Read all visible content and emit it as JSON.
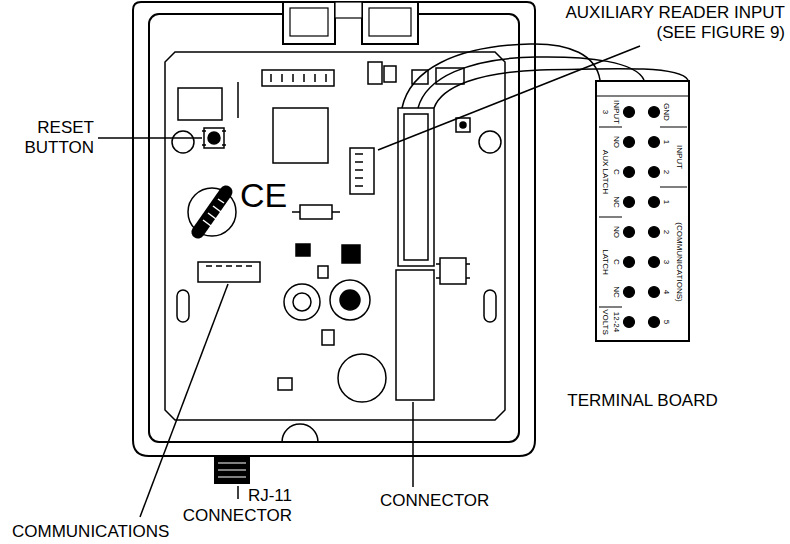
{
  "diagram": {
    "nodes": [
      {
        "text": [
          "TERMINAL BOARD",
          "INPUT",
          "NO",
          "C",
          "NC",
          "NO",
          "C",
          "NC",
          "12-24",
          "3",
          "AUX LATCH",
          "LATCH",
          "VOLTS",
          "GND",
          "1",
          "2",
          "1",
          "2",
          "3",
          "4",
          "5",
          "INPUT",
          "(COMMUNICATIONS)"
        ]
      }
    ],
    "labels": [
      "AUXILIARY READER INPUT (SEE FIGURE 9)",
      "RESET BUTTON",
      "CE",
      "RJ-11 CONNECTOR",
      "CONNECTOR",
      "COMMUNICATIONS"
    ]
  }
}
